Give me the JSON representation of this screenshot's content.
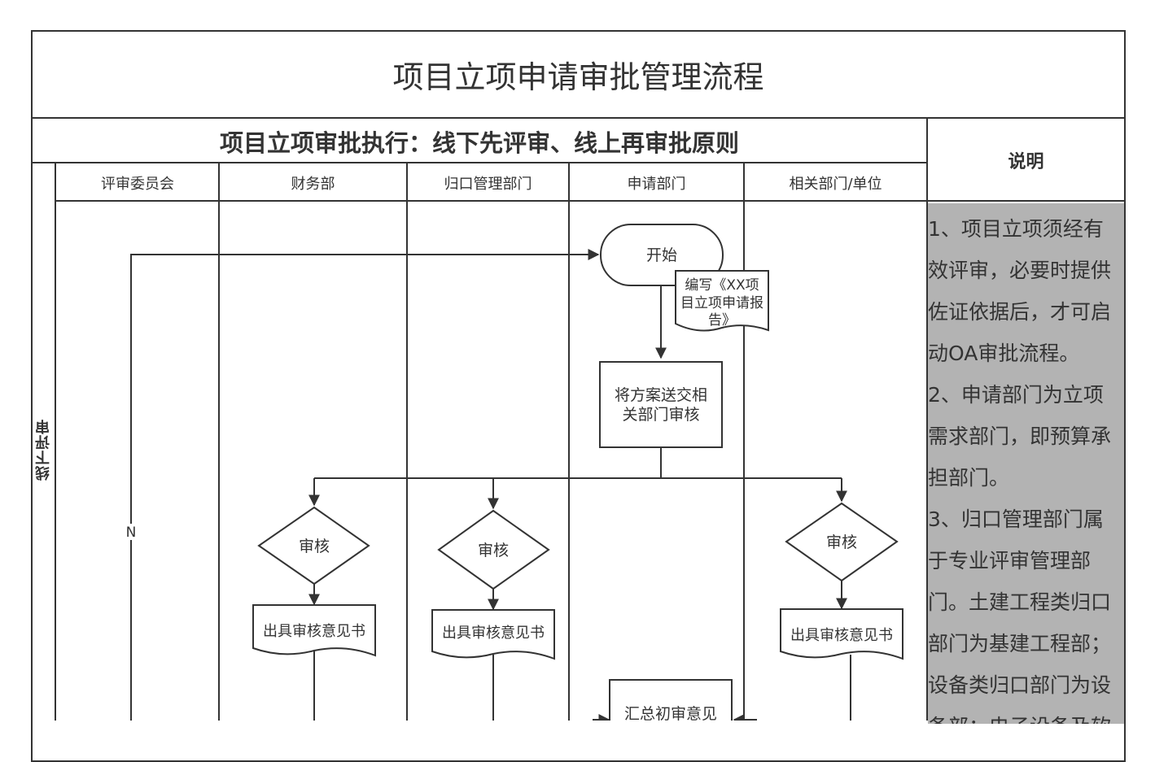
{
  "title": "项目立项申请审批管理流程",
  "subtitle": "项目立项审批执行：线下先评审、线上再审批原则",
  "notes": {
    "heading": "说明",
    "lines": [
      "1、项目立项须经有",
      "效评审，必要时提供",
      "佐证依据后，才可启",
      "动OA审批流程。",
      "2、申请部门为立项",
      "需求部门，即预算承",
      "担部门。",
      "3、归口管理部门属",
      "于专业评审管理部",
      "门。土建工程类归口",
      "部门为基建工程部；",
      "设备类归口部门为设",
      "备部；电子设备及软"
    ]
  },
  "phase_label": "线下评审",
  "lanes": [
    "评审委员会",
    "财务部",
    "归口管理部门",
    "申请部门",
    "相关部门/单位"
  ],
  "nodes": {
    "start": "开始",
    "write_report": [
      "编写《XX项",
      "目立项申请报",
      "告》"
    ],
    "send_review": [
      "将方案送交相",
      "关部门审核"
    ],
    "review_finance": "审核",
    "review_mgmt": "审核",
    "review_related": "审核",
    "opinion_finance": "出具审核意见书",
    "opinion_mgmt": "出具审核意见书",
    "opinion_related": "出具审核意见书",
    "summary": "汇总初审意见"
  },
  "edge_labels": {
    "no": "N"
  }
}
